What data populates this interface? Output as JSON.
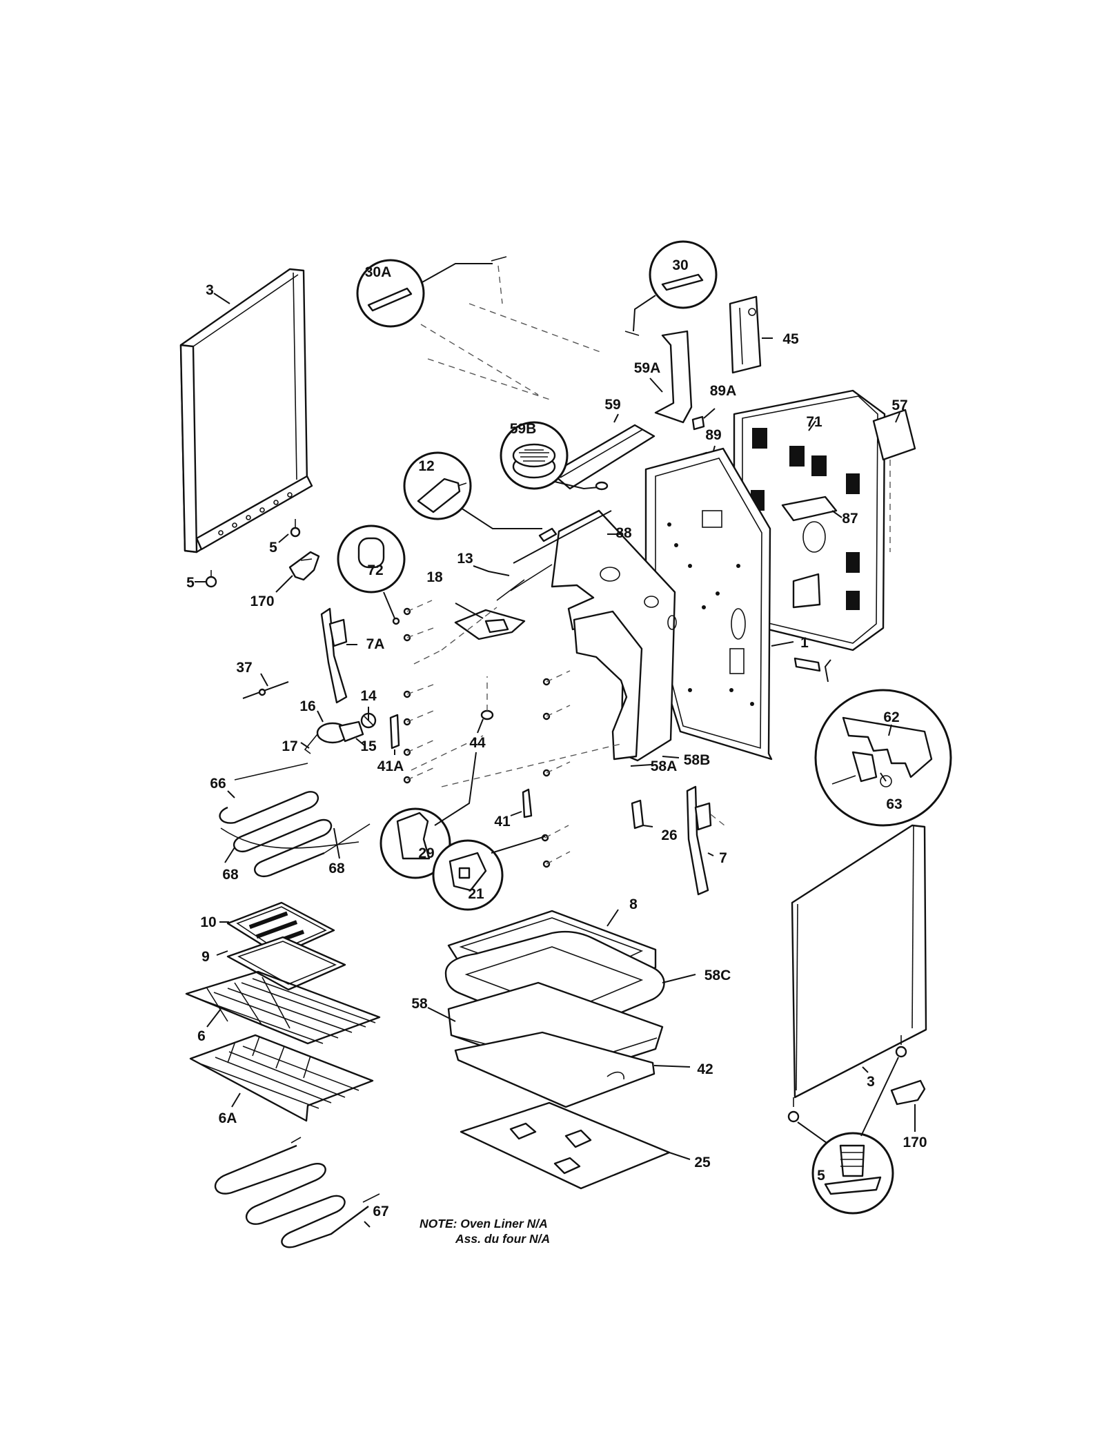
{
  "diagram": {
    "part_labels": {
      "p1": "1",
      "p3a": "3",
      "p3b": "3",
      "p5a": "5",
      "p5b": "5",
      "p5c": "5",
      "p6": "6",
      "p6a": "6A",
      "p7": "7",
      "p7a": "7A",
      "p8": "8",
      "p9": "9",
      "p10": "10",
      "p12": "12",
      "p13": "13",
      "p14": "14",
      "p15": "15",
      "p16": "16",
      "p17": "17",
      "p18": "18",
      "p21": "21",
      "p25": "25",
      "p26": "26",
      "p29": "29",
      "p30": "30",
      "p30a": "30A",
      "p37": "37",
      "p41": "41",
      "p41a": "41A",
      "p42": "42",
      "p44": "44",
      "p45": "45",
      "p57": "57",
      "p58": "58",
      "p58a": "58A",
      "p58b": "58B",
      "p58c": "58C",
      "p59": "59",
      "p59a": "59A",
      "p59b": "59B",
      "p62": "62",
      "p63": "63",
      "p66": "66",
      "p67": "67",
      "p68a": "68",
      "p68b": "68",
      "p71": "71",
      "p72": "72",
      "p87": "87",
      "p88": "88",
      "p89": "89",
      "p89a": "89A",
      "p170a": "170",
      "p170b": "170"
    },
    "note": {
      "line1": "NOTE: Oven Liner N/A",
      "line2": "Ass. du four N/A"
    }
  }
}
